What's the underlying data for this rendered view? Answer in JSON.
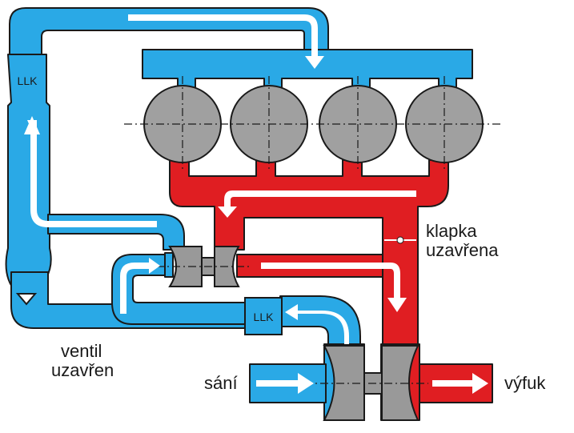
{
  "labels": {
    "llk_top": "LLK",
    "llk_bottom": "LLK",
    "valve_line1": "klapka",
    "valve_line2": "uzavřena",
    "vent_line1": "ventil",
    "vent_line2": "uzavřen",
    "intake": "sání",
    "exhaust": "výfuk"
  },
  "colors": {
    "intake_air": "#2aa9e6",
    "exhaust_gas": "#e01e22",
    "turbo_gray": "#999999",
    "cylinder_gray": "#a0a0a0",
    "outline": "#1a1a1a",
    "arrow": "#ffffff"
  },
  "cylinders": {
    "count": 4
  }
}
